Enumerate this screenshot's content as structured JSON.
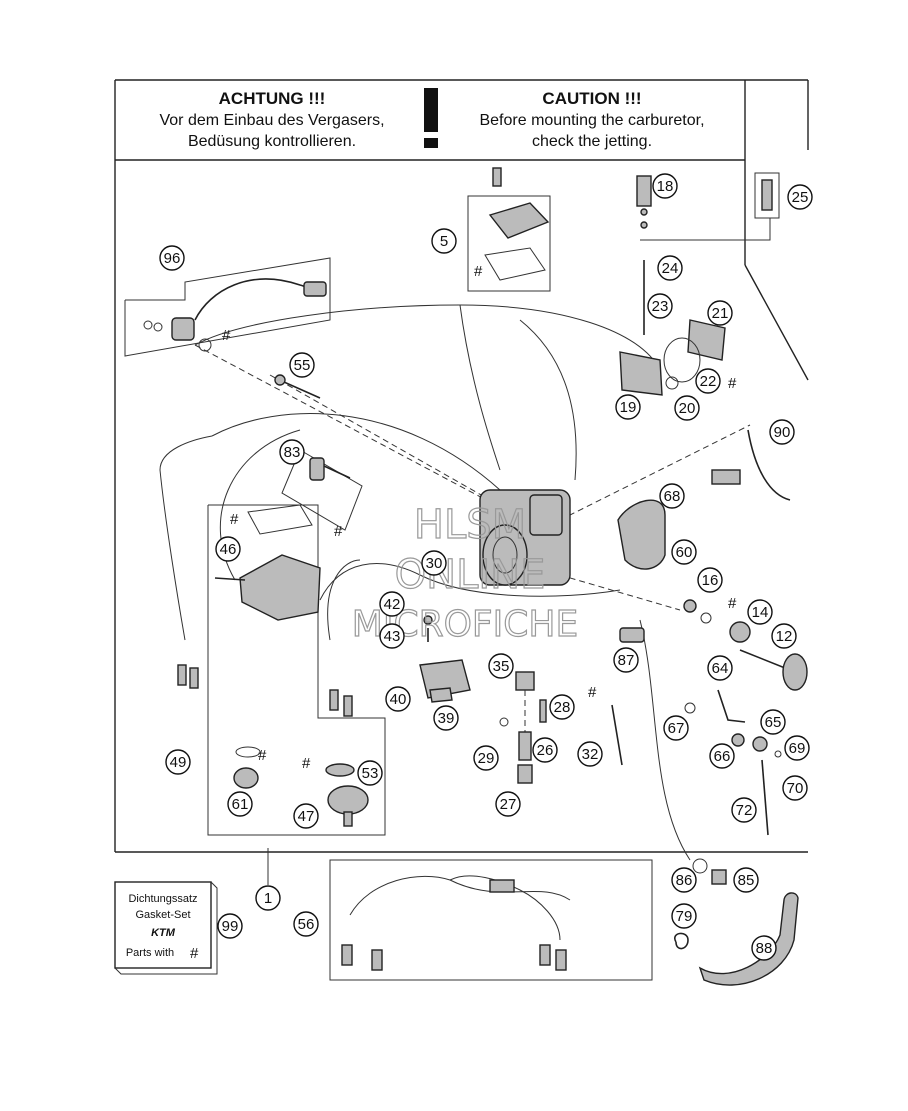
{
  "warning": {
    "de_title": "ACHTUNG !!!",
    "de_line1": "Vor dem Einbau des Vergasers,",
    "de_line2": "Bedüsung kontrollieren.",
    "en_title": "CAUTION !!!",
    "en_line1": "Before mounting the carburetor,",
    "en_line2": "check the jetting.",
    "icon": "exclamation-icon"
  },
  "watermark": {
    "line1": "HLSM",
    "line2": "ONLINE",
    "line3": "MICROFICHE"
  },
  "gasket_box": {
    "line1": "Dichtungssatz",
    "line2": "Gasket-Set",
    "brand": "KTM",
    "line3": "Parts with",
    "symbol": "#"
  },
  "hash": "#",
  "callouts": [
    {
      "id": "c96",
      "label": "96"
    },
    {
      "id": "c5",
      "label": "5"
    },
    {
      "id": "c18",
      "label": "18"
    },
    {
      "id": "c25",
      "label": "25"
    },
    {
      "id": "c24",
      "label": "24"
    },
    {
      "id": "c23",
      "label": "23"
    },
    {
      "id": "c21",
      "label": "21"
    },
    {
      "id": "c22",
      "label": "22"
    },
    {
      "id": "c19",
      "label": "19"
    },
    {
      "id": "c20",
      "label": "20"
    },
    {
      "id": "c55",
      "label": "55"
    },
    {
      "id": "c90",
      "label": "90"
    },
    {
      "id": "c83",
      "label": "83"
    },
    {
      "id": "c68",
      "label": "68"
    },
    {
      "id": "c60",
      "label": "60"
    },
    {
      "id": "c46",
      "label": "46"
    },
    {
      "id": "c30",
      "label": "30"
    },
    {
      "id": "c16",
      "label": "16"
    },
    {
      "id": "c14",
      "label": "14"
    },
    {
      "id": "c42",
      "label": "42"
    },
    {
      "id": "c43",
      "label": "43"
    },
    {
      "id": "c12",
      "label": "12"
    },
    {
      "id": "c87",
      "label": "87"
    },
    {
      "id": "c35",
      "label": "35"
    },
    {
      "id": "c64",
      "label": "64"
    },
    {
      "id": "c40",
      "label": "40"
    },
    {
      "id": "c28",
      "label": "28"
    },
    {
      "id": "c39",
      "label": "39"
    },
    {
      "id": "c67",
      "label": "67"
    },
    {
      "id": "c65",
      "label": "65"
    },
    {
      "id": "c32",
      "label": "32"
    },
    {
      "id": "c29",
      "label": "29"
    },
    {
      "id": "c26",
      "label": "26"
    },
    {
      "id": "c66",
      "label": "66"
    },
    {
      "id": "c69",
      "label": "69"
    },
    {
      "id": "c49",
      "label": "49"
    },
    {
      "id": "c53",
      "label": "53"
    },
    {
      "id": "c70",
      "label": "70"
    },
    {
      "id": "c61",
      "label": "61"
    },
    {
      "id": "c27",
      "label": "27"
    },
    {
      "id": "c47",
      "label": "47"
    },
    {
      "id": "c72",
      "label": "72"
    },
    {
      "id": "c86",
      "label": "86"
    },
    {
      "id": "c85",
      "label": "85"
    },
    {
      "id": "c1",
      "label": "1"
    },
    {
      "id": "c99",
      "label": "99"
    },
    {
      "id": "c56",
      "label": "56"
    },
    {
      "id": "c79",
      "label": "79"
    },
    {
      "id": "c88",
      "label": "88"
    }
  ]
}
